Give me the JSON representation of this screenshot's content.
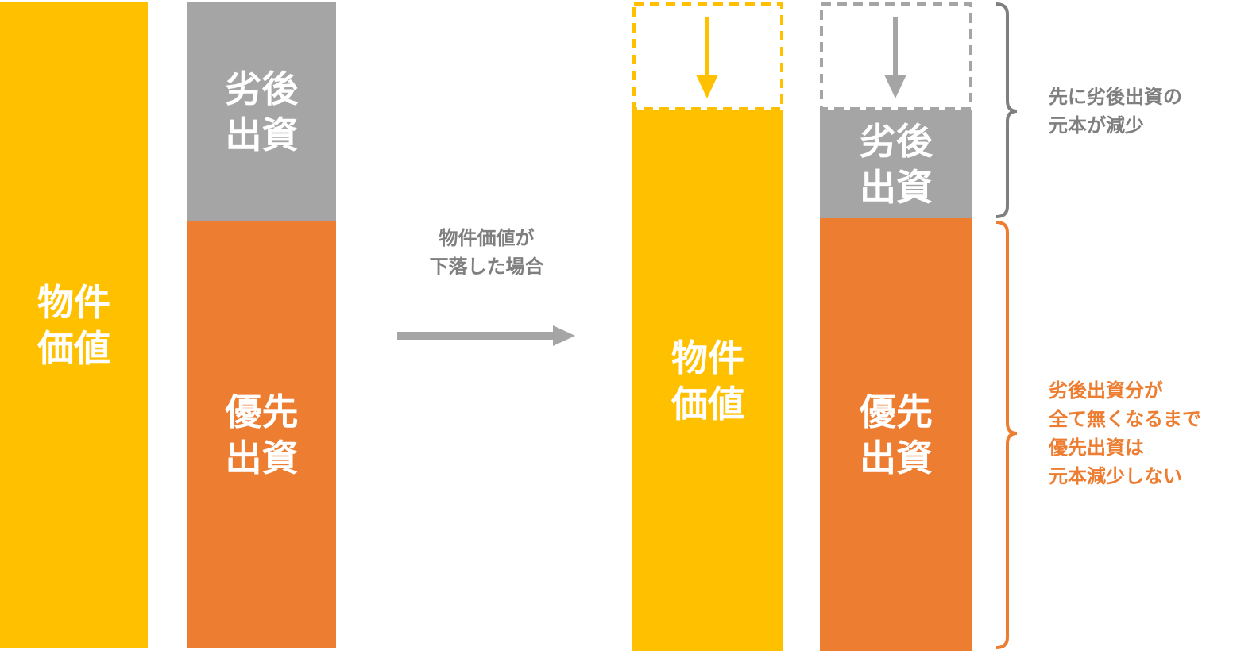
{
  "colors": {
    "property": "#FFC000",
    "subordinate": "#A5A5A5",
    "senior": "#ED7D31",
    "text_gray": "#7F7F7F",
    "arrow_gray": "#A5A5A5"
  },
  "before": {
    "property_label": "物件\n価値",
    "subordinate_label": "劣後\n出資",
    "senior_label": "優先\n出資"
  },
  "transition_label": "物件価値が\n下落した場合",
  "after": {
    "property_label": "物件\n価値",
    "subordinate_label": "劣後\n出資",
    "senior_label": "優先\n出資"
  },
  "annotations": {
    "subordinate_note": "先に劣後出資の\n元本が減少",
    "senior_note": "劣後出資分が\n全て無くなるまで\n優先出資は\n元本減少しない"
  }
}
